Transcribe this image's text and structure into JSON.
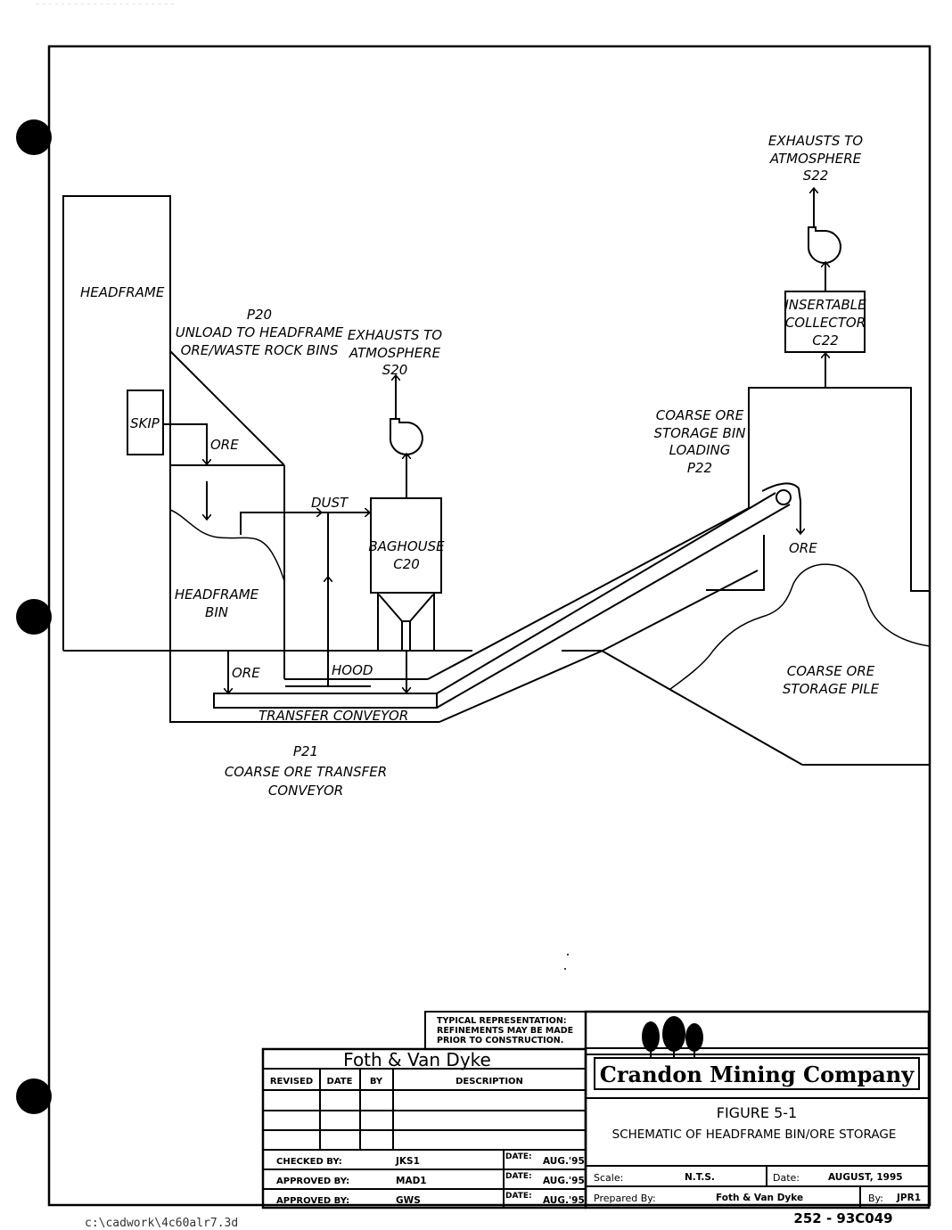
{
  "top_noise": "— — — — — — — — — — —   — — — — — — — —   — — —",
  "figure": {
    "headframe_label": "HEADFRAME",
    "skip_label": "SKIP",
    "p20": {
      "id": "P20",
      "line1": "UNLOAD TO HEADFRAME",
      "line2": "ORE/WASTE ROCK BINS"
    },
    "ore_label_skip": "ORE",
    "dust_label": "DUST",
    "s20": {
      "line1": "EXHAUSTS TO",
      "line2": "ATMOSPHERE",
      "id": "S20"
    },
    "baghouse": {
      "line1": "BAGHOUSE",
      "line2": "C20"
    },
    "headframe_bin": {
      "line1": "HEADFRAME",
      "line2": "BIN"
    },
    "ore_label_bin": "ORE",
    "hood_label": "HOOD",
    "transfer_conveyor_label": "TRANSFER CONVEYOR",
    "p21": {
      "id": "P21",
      "line1": "COARSE ORE TRANSFER",
      "line2": "CONVEYOR"
    },
    "s22": {
      "line1": "EXHAUSTS TO",
      "line2": "ATMOSPHERE",
      "id": "S22"
    },
    "collector": {
      "line1": "INSERTABLE",
      "line2": "COLLECTOR",
      "line3": "C22"
    },
    "p22": {
      "line1": "COARSE ORE",
      "line2": "STORAGE BIN",
      "line3": "LOADING",
      "line4": "P22"
    },
    "ore_label_pile": "ORE",
    "storage_pile": {
      "line1": "COARSE ORE",
      "line2": "STORAGE PILE"
    }
  },
  "title_block": {
    "note": {
      "line1": "TYPICAL REPRESENTATION:",
      "line2": "REFINEMENTS MAY BE MADE",
      "line3": "PRIOR TO CONSTRUCTION."
    },
    "firm": "Foth & Van Dyke",
    "revision_headers": [
      "REVISED",
      "DATE",
      "BY",
      "DESCRIPTION"
    ],
    "signoffs": [
      {
        "role": "CHECKED BY:",
        "initials": "JKS1",
        "date_label": "DATE:",
        "date": "AUG.'95"
      },
      {
        "role": "APPROVED BY:",
        "initials": "MAD1",
        "date_label": "DATE:",
        "date": "AUG.'95"
      },
      {
        "role": "APPROVED BY:",
        "initials": "GWS",
        "date_label": "DATE:",
        "date": "AUG.'95"
      }
    ],
    "company": "Crandon Mining Company",
    "figure_number": "FIGURE 5-1",
    "figure_title": "SCHEMATIC OF HEADFRAME BIN/ORE STORAGE",
    "scale_label": "Scale:",
    "scale_value": "N.T.S.",
    "date_label": "Date:",
    "date_value": "AUGUST, 1995",
    "prepared_label": "Prepared By:",
    "prepared_value": "Foth & Van Dyke",
    "by_label": "By:",
    "by_value": "JPR1",
    "drawing_number": "252 - 93C049"
  },
  "file_path": "c:\\cadwork\\4c60alr7.3d"
}
